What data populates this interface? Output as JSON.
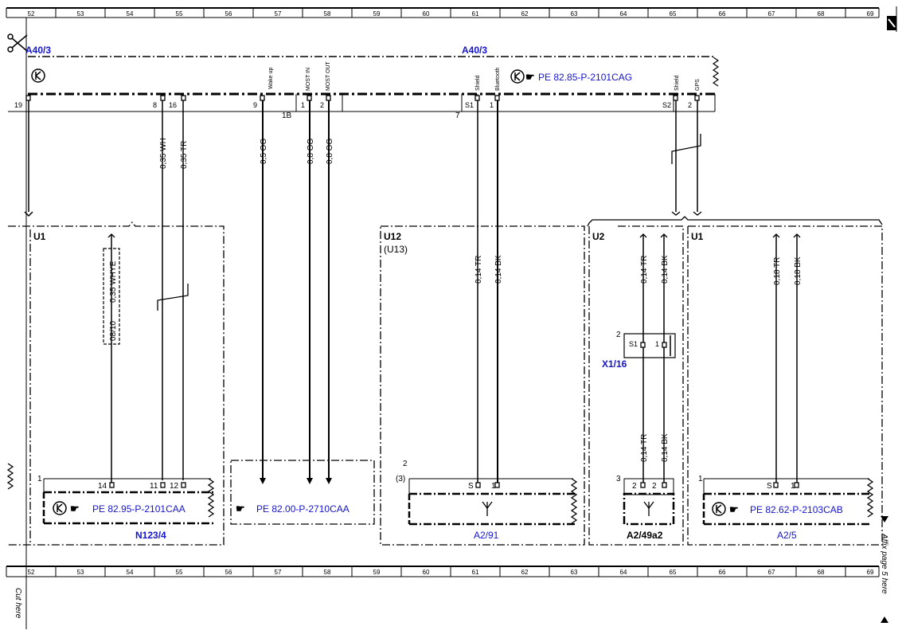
{
  "ruler": {
    "top_numbers": [
      "52",
      "53",
      "54",
      "55",
      "56",
      "57",
      "58",
      "59",
      "60",
      "61",
      "62",
      "63",
      "64",
      "65",
      "66",
      "67",
      "68",
      "69"
    ],
    "bottom_numbers": [
      "52",
      "53",
      "54",
      "55",
      "56",
      "57",
      "58",
      "59",
      "60",
      "61",
      "62",
      "63",
      "64",
      "65",
      "66",
      "67",
      "68",
      "69"
    ]
  },
  "margin": {
    "cut_here": "Cut here",
    "affix_page": "Affix page 5 here"
  },
  "top_module": {
    "label_left": "A40/3",
    "label_right": "A40/3",
    "ref": "PE 82.85-P-2101CAG",
    "pin_labels": {
      "wake_up": "Wake up",
      "most_in": "MOST IN",
      "most_out": "MOST OUT",
      "shield1": "Shield",
      "bluetooth": "Bluetooth",
      "shield2": "Shield",
      "gps": "GPS"
    },
    "pins": {
      "p19": "19",
      "p8": "8",
      "p16": "16",
      "p9": "9",
      "p1": "1",
      "p2": "2",
      "p1b": "1B",
      "pS1": "S1",
      "p1bt": "1",
      "p7": "7",
      "pS2": "S2",
      "p2gps": "2"
    }
  },
  "wires": {
    "w_wh": "0,35 WH",
    "w_tr": "0,35 TR",
    "w_wake": "0,5 OG",
    "w_mostin": "0,8 OG",
    "w_mostout": "0,8 OG",
    "u12_tr": "0,14 TR",
    "u12_bk": "0,14 BK",
    "u2_tr_top": "0,14 TR",
    "u2_bk_top": "0,14 BK",
    "u2_tr_bot": "0,14 TR",
    "u2_bk_bot": "0,14 BK",
    "u1r_tr": "0,18 TR",
    "u1r_bk": "0,18 BK",
    "u1_whye": "0,35 WHYE",
    "u1_date": "08/10"
  },
  "blocks": {
    "u1_left": {
      "title": "U1",
      "pin_group": "1",
      "pins": [
        "14",
        "11",
        "12"
      ],
      "ref": "PE 82.95-P-2101CAA",
      "name": "N123/4"
    },
    "center": {
      "ref": "PE 82.00-P-2710CAA"
    },
    "u12": {
      "title": "U12",
      "subtitle": "(U13)",
      "pin_group": "2",
      "pin_group_alt": "(3)",
      "pins": [
        "S",
        "1"
      ],
      "name": "A2/91"
    },
    "u2": {
      "title": "U2",
      "connector": "X1/16",
      "connector_pin_group": "2",
      "connector_pins": [
        "S1",
        "1"
      ],
      "pin_group": "3",
      "pins": [
        "2",
        "2"
      ],
      "name": "A2/49a2"
    },
    "u1_right": {
      "title": "U1",
      "pin_group": "1",
      "pins": [
        "S",
        "1"
      ],
      "ref": "PE 82.62-P-2103CAB",
      "name": "A2/5"
    }
  },
  "colors": {
    "label_blue": "#1414cc",
    "line": "#000000"
  }
}
